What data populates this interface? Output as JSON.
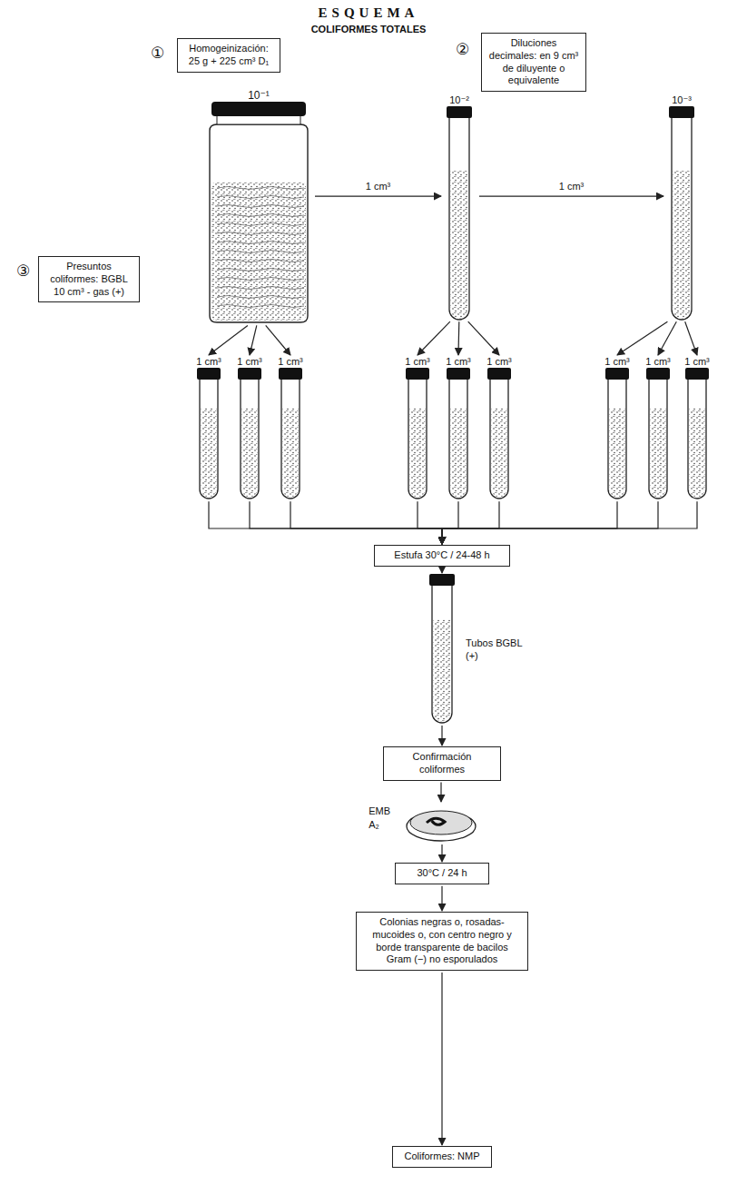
{
  "diagram": {
    "title": "ESQUEMA",
    "nodes": [
      {
        "text": [
          "Homogeinización: 25 g + 225 cm³ D₁"
        ]
      },
      {
        "text": [
          "Diluciones decimales: en 9 cm³ de diluyente o equivalente"
        ]
      },
      {
        "text": [
          "10⁻¹"
        ]
      },
      {
        "text": [
          "10⁻²"
        ]
      },
      {
        "text": [
          "10⁻³"
        ]
      },
      {
        "text": [
          "Presuntos coliformes: BGBL 10 cm³ - gas (+)"
        ]
      },
      {
        "text": [
          "1 cm³"
        ]
      },
      {
        "text": [
          "1 cm³"
        ]
      },
      {
        "text": [
          "1 cm³"
        ]
      },
      {
        "text": [
          "1 cm³"
        ]
      },
      {
        "text": [
          "1 cm³"
        ]
      },
      {
        "text": [
          "1 cm³"
        ]
      },
      {
        "text": [
          "1 cm³"
        ]
      },
      {
        "text": [
          "1 cm³"
        ]
      },
      {
        "text": [
          "1 cm³"
        ]
      },
      {
        "text": [
          "Estufa 30°C / 24-48 h"
        ]
      },
      {
        "text": [
          "Tubos BGBL (+)"
        ]
      },
      {
        "text": [
          "Confirmación coliformes"
        ]
      },
      {
        "text": [
          "EMB",
          "A₂"
        ]
      },
      {
        "text": [
          "30°C / 24 h"
        ]
      },
      {
        "text": [
          "Colonias negras o, rosadas-mucoides o, con centro negro y borde transparente de bacilos Gram (−) no esporulados"
        ]
      },
      {
        "text": [
          "Coliformes: NMP"
        ]
      }
    ],
    "edges": [
      {
        "from": 2,
        "to": 3,
        "arrow": "to",
        "label": "1 cm³"
      },
      {
        "from": 3,
        "to": 4,
        "arrow": "to",
        "label": "1 cm³"
      },
      {
        "from": 2,
        "to": 6,
        "arrow": "to"
      },
      {
        "from": 2,
        "to": 7,
        "arrow": "to"
      },
      {
        "from": 2,
        "to": 8,
        "arrow": "to"
      },
      {
        "from": 3,
        "to": 9,
        "arrow": "to"
      },
      {
        "from": 3,
        "to": 10,
        "arrow": "to"
      },
      {
        "from": 3,
        "to": 11,
        "arrow": "to"
      },
      {
        "from": 4,
        "to": 12,
        "arrow": "to"
      },
      {
        "from": 4,
        "to": 13,
        "arrow": "to"
      },
      {
        "from": 4,
        "to": 14,
        "arrow": "to"
      },
      {
        "from": 6,
        "to": 15,
        "arrow": "to"
      },
      {
        "from": 7,
        "to": 15,
        "arrow": "to"
      },
      {
        "from": 8,
        "to": 15,
        "arrow": "to"
      },
      {
        "from": 9,
        "to": 15,
        "arrow": "to"
      },
      {
        "from": 10,
        "to": 15,
        "arrow": "to"
      },
      {
        "from": 11,
        "to": 15,
        "arrow": "to"
      },
      {
        "from": 12,
        "to": 15,
        "arrow": "to"
      },
      {
        "from": 13,
        "to": 15,
        "arrow": "to"
      },
      {
        "from": 14,
        "to": 15,
        "arrow": "to"
      },
      {
        "from": 15,
        "to": 16,
        "arrow": "to"
      },
      {
        "from": 16,
        "to": 17,
        "arrow": "to"
      },
      {
        "from": 17,
        "to": 18,
        "arrow": "to"
      },
      {
        "from": 18,
        "to": 19,
        "arrow": "to"
      },
      {
        "from": 19,
        "to": 20,
        "arrow": "to"
      },
      {
        "from": 20,
        "to": 21,
        "arrow": "to"
      }
    ],
    "labels": [
      "COLIFORMES TOTALES",
      "①",
      "②",
      "③"
    ]
  }
}
